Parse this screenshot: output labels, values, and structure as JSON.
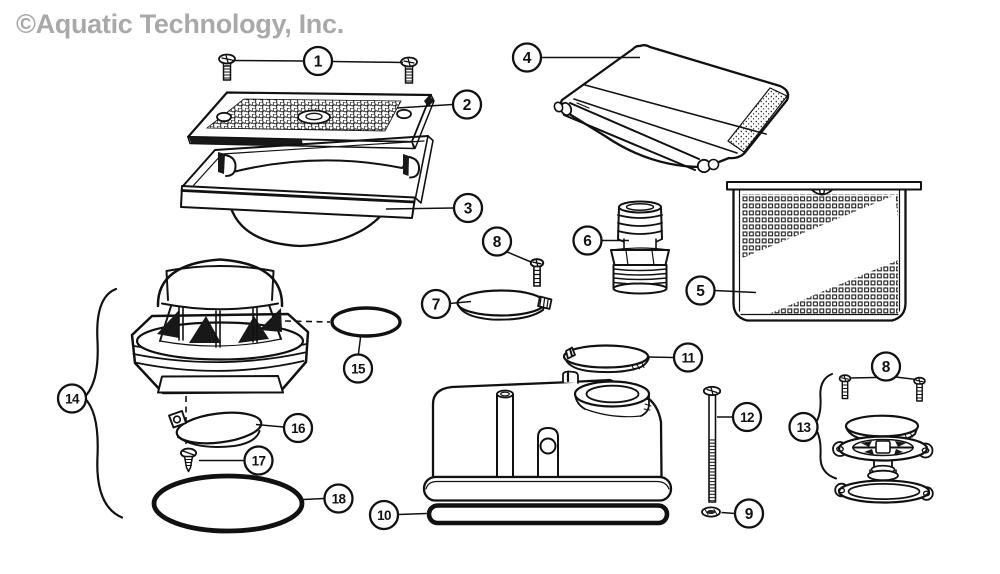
{
  "watermark": "©Aquatic Technology, Inc.",
  "colors": {
    "line": "#111111",
    "watermark": "#a9a9a9",
    "background": "#ffffff"
  },
  "callouts": [
    {
      "label": "1"
    },
    {
      "label": "2"
    },
    {
      "label": "3"
    },
    {
      "label": "4"
    },
    {
      "label": "5"
    },
    {
      "label": "6"
    },
    {
      "label": "7"
    },
    {
      "label": "8"
    },
    {
      "label": "8"
    },
    {
      "label": "9"
    },
    {
      "label": "10"
    },
    {
      "label": "11"
    },
    {
      "label": "12"
    },
    {
      "label": "13"
    },
    {
      "label": "14"
    },
    {
      "label": "15"
    },
    {
      "label": "16"
    },
    {
      "label": "17"
    },
    {
      "label": "18"
    }
  ]
}
